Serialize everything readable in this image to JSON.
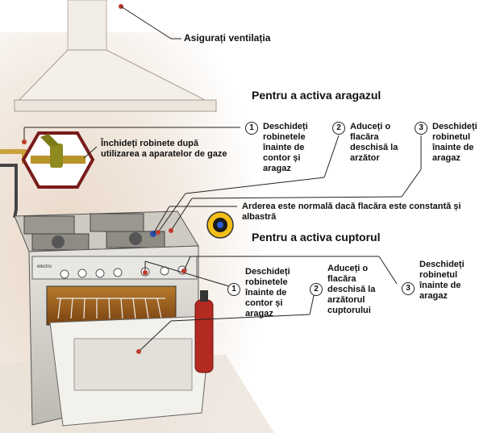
{
  "labels": {
    "ventilation": "Asigurați ventilația",
    "close_valves": "Închideți robinete după utilizarea a aparatelor de gaze",
    "combustion_note": "Arderea este normală dacă flacăra este constantă și albastră"
  },
  "stove_section": {
    "title": "Pentru a activa aragazul",
    "steps": [
      {
        "num": "1",
        "text": "Deschideți robinetele înainte de contor și aragaz"
      },
      {
        "num": "2",
        "text": "Aduceți o flacăra deschisă la arzător"
      },
      {
        "num": "3",
        "text": "Deschideți robinetul înainte de aragaz"
      }
    ]
  },
  "oven_section": {
    "title": "Pentru a activa cuptorul",
    "steps": [
      {
        "num": "1",
        "text": "Deschideți robinetele înainte de contor și aragaz"
      },
      {
        "num": "2",
        "text": "Aduceți o flacăra deschisă la arzătorul cuptorului"
      },
      {
        "num": "3",
        "text": "Deschideți robinetul înainte de aragaz"
      }
    ]
  },
  "colors": {
    "accent_red": "#8b1a1a",
    "line": "#222222",
    "wall": "#efe5dc",
    "metal": "#d8d6cf"
  },
  "icons": [
    "range-hood-icon",
    "gas-valve-icon",
    "stove-icon",
    "blue-flame-icon",
    "fire-extinguisher-icon"
  ]
}
